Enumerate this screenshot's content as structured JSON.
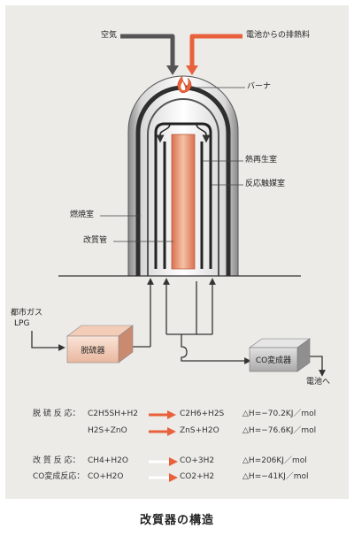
{
  "labels": {
    "air": "空気",
    "exhaust_heat": "電池からの排熱料",
    "burner": "バーナ",
    "heat_regen": "熱再生室",
    "catalyst": "反応触媒室",
    "combustion": "燃焼室",
    "reformer_tube": "改質管",
    "city_gas": "都市ガス",
    "lpg": "LPG",
    "desulfurizer": "脱硫器",
    "co_converter": "CO変成器",
    "to_cell": "電池へ"
  },
  "reactions": [
    {
      "name": "脱 硫 反 応：",
      "left": "C2H5SH+H2",
      "right": "C2H6+H2S",
      "dh": "△H=−70.2KJ／mol"
    },
    {
      "name": "",
      "left": "H2S+ZnO",
      "right": "ZnS+H2O",
      "dh": "△H=−76.6KJ／mol"
    },
    {
      "name": "改 質 反 応：",
      "left": "CH4+H2O",
      "right": "CO+3H2",
      "dh": "△H=206KJ／mol"
    },
    {
      "name": "CO変成反応：",
      "left": "CO+H2O",
      "right": "CO2+H2",
      "dh": "△H=−41KJ／mol"
    }
  ],
  "caption": "改質器の構造",
  "colors": {
    "accent": "#e8603c",
    "panel": "#ecebe7",
    "arrow_gray": "#555555"
  }
}
